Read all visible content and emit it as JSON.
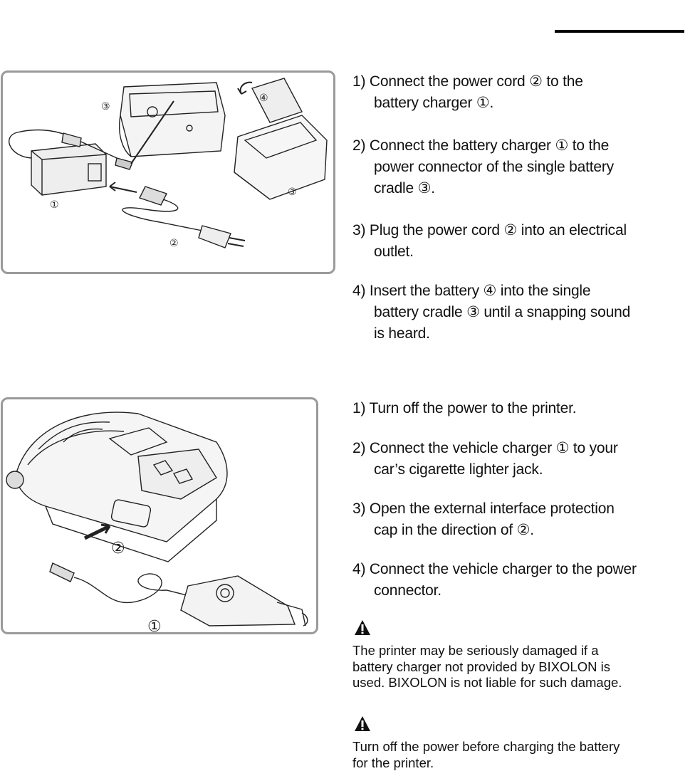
{
  "section1": {
    "figure": {
      "callouts": [
        "③",
        "④",
        "③",
        "①",
        "②"
      ]
    },
    "steps": [
      {
        "line1": "1) Connect the power cord ② to the",
        "line2": "battery charger ①."
      },
      {
        "line1": "2) Connect the battery charger ① to the",
        "line2": "power connector of the single battery",
        "line3": "cradle ③."
      },
      {
        "line1": "3) Plug the power cord ② into an electrical",
        "line2": "outlet."
      },
      {
        "line1": "4) Insert the battery ④ into the single",
        "line2": "battery cradle ③ until a snapping sound",
        "line3": "is heard."
      }
    ]
  },
  "section2": {
    "figure": {
      "callouts": [
        "②",
        "①"
      ]
    },
    "steps": [
      {
        "line1": "1) Turn off the power to the printer."
      },
      {
        "line1": "2) Connect the vehicle charger ① to your",
        "line2": "car’s cigarette lighter jack."
      },
      {
        "line1": "3) Open the external interface protection",
        "line2": "cap in the direction of ②."
      },
      {
        "line1": "4) Connect the vehicle charger to the power",
        "line2": "connector."
      }
    ]
  },
  "warnings": [
    {
      "icon": "warning-icon",
      "line1": "The printer may be seriously damaged if a",
      "line2": "battery charger not provided by BIXOLON is",
      "line3": "used. BIXOLON is not liable for such damage."
    },
    {
      "icon": "warning-icon",
      "line1": "Turn off the power before charging the battery",
      "line2": "for the printer."
    }
  ]
}
